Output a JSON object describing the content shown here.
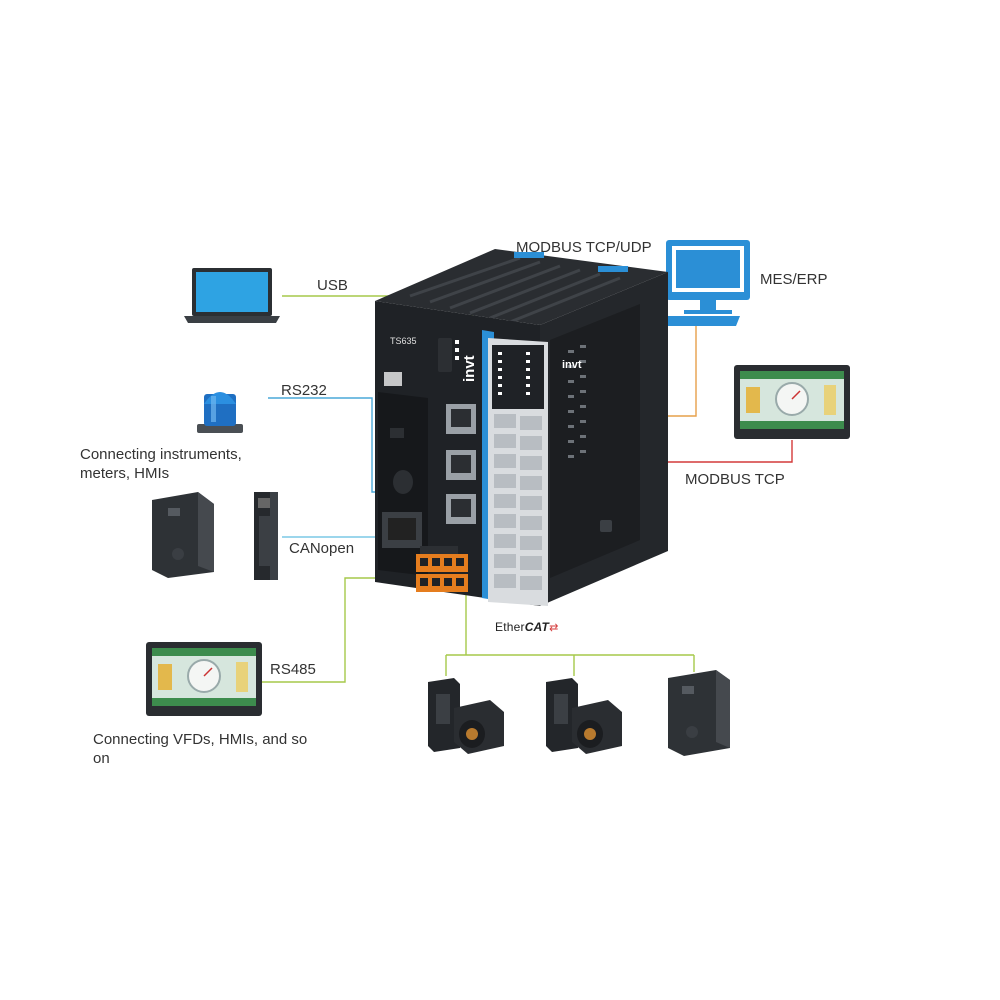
{
  "labels": {
    "usb": "USB",
    "rs232": "RS232",
    "instruments": "Connecting instruments, meters, HMIs",
    "canopen": "CANopen",
    "rs485": "RS485",
    "vfds": "Connecting VFDs, HMIs, and so on",
    "modbus_udp": "MODBUS TCP/UDP",
    "mes_erp": "MES/ERP",
    "modbus_tcp": "MODBUS TCP",
    "ethercat_prefix": "Ether",
    "ethercat_bold": "CAT"
  },
  "device": {
    "brand": "invt",
    "model": "TS635"
  },
  "colors": {
    "usb_line": "#a6c94a",
    "rs232_line": "#4aa8d8",
    "canopen_line": "#7cc8e6",
    "rs485_line": "#a6c94a",
    "ethercat_line": "#a6c94a",
    "modbus_udp_line": "#e6a04a",
    "modbus_tcp_line": "#d43a3a",
    "accent_blue": "#2b8fd6"
  }
}
